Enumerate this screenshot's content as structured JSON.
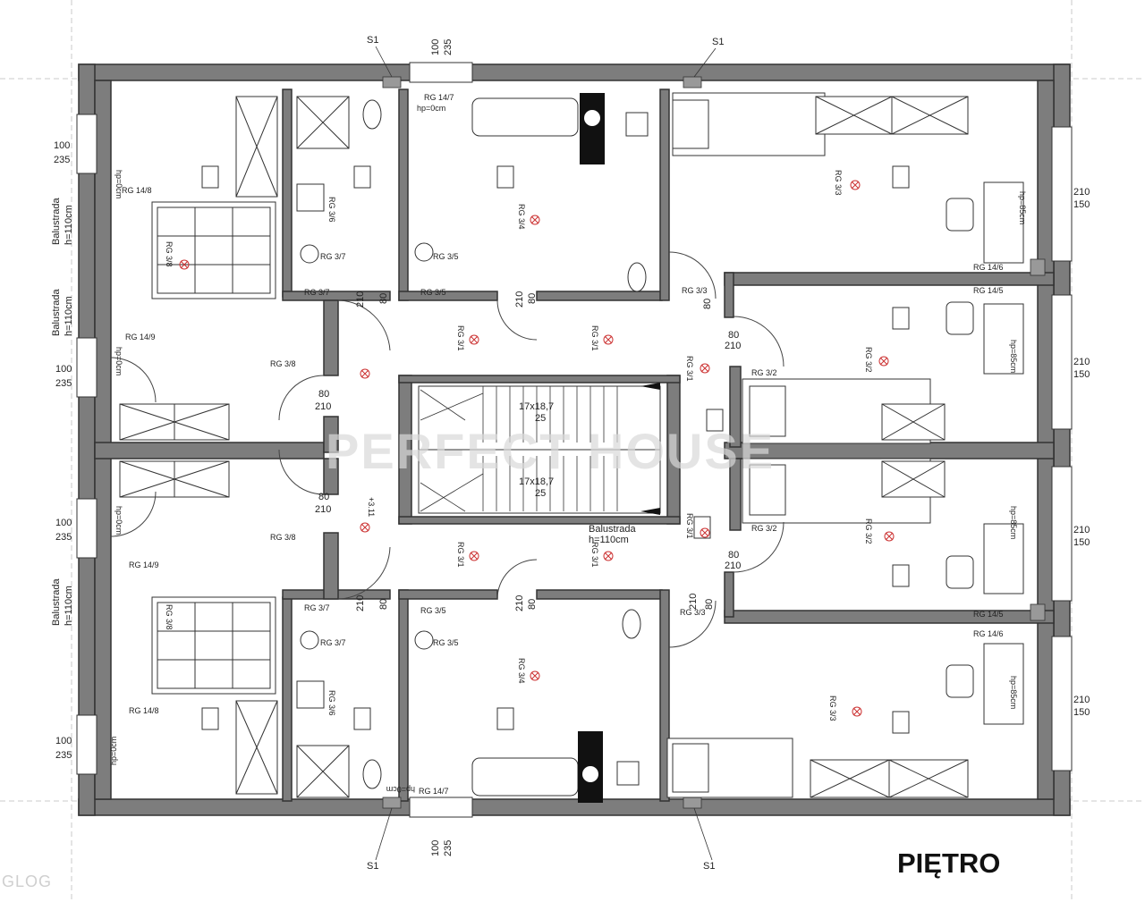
{
  "floor_title": "PIĘTRO",
  "watermark": "PERFECT HOUSE",
  "corner_mark": "GLOG",
  "stairs": {
    "upper": [
      "17x18,7",
      "25"
    ],
    "lower": [
      "17x18,7",
      "25"
    ],
    "railing": "Balustrada",
    "railing_height": "h=110cm"
  },
  "window_tags": {
    "s1": "S1"
  },
  "dims": {
    "w100": "100",
    "w235": "235",
    "d80": "80",
    "d210": "210",
    "w210": "210",
    "w150": "150"
  },
  "left_notes": [
    "Balustrada",
    "h=110cm",
    "Balustrada",
    "h=110cm",
    "Balustrada",
    "h=110cm"
  ],
  "hp_notes": {
    "hp0": "hp=0cm",
    "hp85": "hp=85cm"
  },
  "rg_codes": {
    "rg147": "RG 14/7",
    "rg148": "RG 14/8",
    "rg149": "RG 14/9",
    "rg146": "RG 14/6",
    "rg145": "RG 14/5",
    "rg38": "RG 3/8",
    "rg37": "RG 3/7",
    "rg36": "RG 3/6",
    "rg35": "RG 3/5",
    "rg34": "RG 3/4",
    "rg33": "RG 3/3",
    "rg32": "RG 3/2",
    "rg31": "RG 3/1"
  },
  "level_mark": "+3.11"
}
